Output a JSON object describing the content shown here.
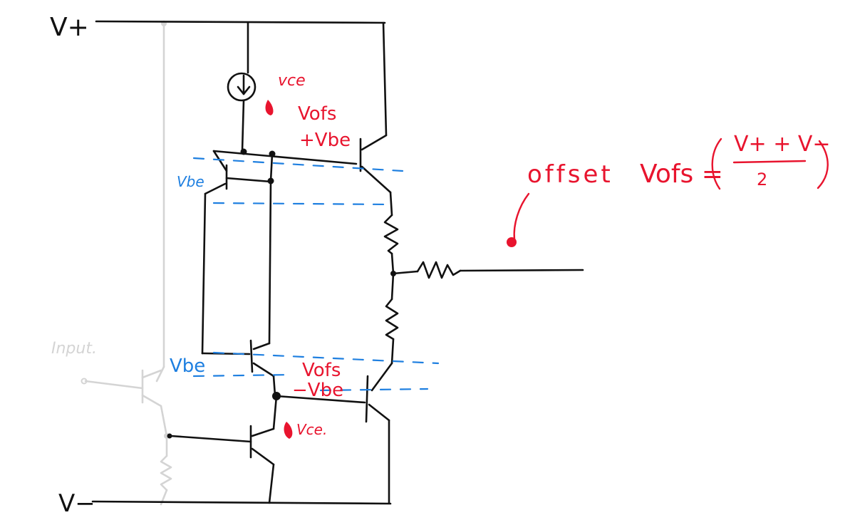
{
  "labels": {
    "v_plus": "V+",
    "v_minus": "V−",
    "input": "Input.",
    "vce_top": "vce",
    "vofs_plus_top": "Vofs",
    "vofs_plus_bottom": "+Vbe",
    "vbe_top": "Vbe",
    "vbe_bottom": "Vbe",
    "vofs_minus_top": "Vofs",
    "vofs_minus_bottom": "−Vbe",
    "vce_bottom": "Vce.",
    "offset_label": "offset",
    "formula_lhs": "Vofs =",
    "formula_numerator": "V+ + V−",
    "formula_denominator": "2"
  },
  "colors": {
    "ink": "#111111",
    "ghost": "#d4d4d4",
    "red": "#e8142e",
    "blue": "#1e7fe0",
    "background": "#ffffff"
  }
}
